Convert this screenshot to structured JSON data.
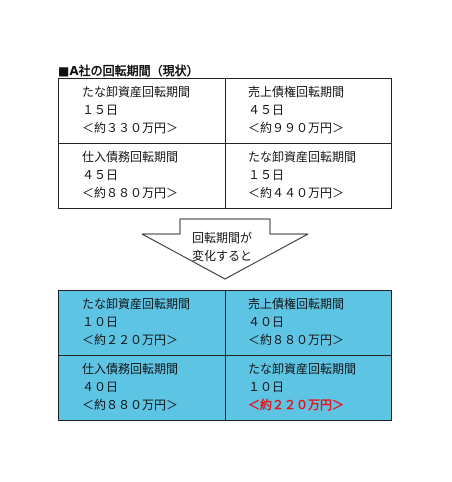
{
  "title": "■A社の回転期間（現状）",
  "before": [
    {
      "name": "たな卸資産回転期間",
      "period": "１５日",
      "amount": "＜約３３０万円＞"
    },
    {
      "name": "売上債権回転期間",
      "period": "４５日",
      "amount": "＜約９９０万円＞"
    },
    {
      "name": "仕入債務回転期間",
      "period": "４５日",
      "amount": "＜約８８０万円＞"
    },
    {
      "name": "たな卸資産回転期間",
      "period": "１５日",
      "amount": "＜約４４０万円＞"
    }
  ],
  "arrow": {
    "line1": "回転期間が",
    "line2": "変化すると"
  },
  "after": [
    {
      "name": "たな卸資産回転期間",
      "period": "１０日",
      "amount": "＜約２２０万円＞"
    },
    {
      "name": "売上債権回転期間",
      "period": "４０日",
      "amount": "＜約８８０万円＞"
    },
    {
      "name": "仕入債務回転期間",
      "period": "４０日",
      "amount": "＜約８８０万円＞"
    },
    {
      "name": "たな卸資産回転期間",
      "period": "１０日",
      "amount": "＜約２２０万円＞"
    }
  ],
  "colors": {
    "after_background": "#5ec4e4",
    "highlight": "#e8141b"
  }
}
